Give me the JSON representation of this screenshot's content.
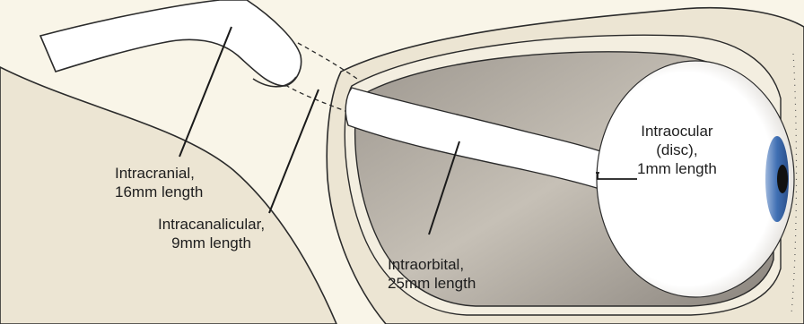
{
  "labels": {
    "intracranial": {
      "line1": "Intracranial,",
      "line2": "16mm length"
    },
    "intracanalicular": {
      "line1": "Intracanalicular,",
      "line2": "9mm length"
    },
    "intraorbital": {
      "line1": "Intraorbital,",
      "line2": "25mm length"
    },
    "intraocular": {
      "line1": "Intraocular",
      "line2": "(disc),",
      "line3": "1mm length"
    }
  },
  "colors": {
    "background": "#f9f5e8",
    "bone": "#ece5d3",
    "orbit_fill": "#c2bcb2",
    "orbit_dark": "#8f8982",
    "nerve": "#ffffff",
    "globe": "#ffffff",
    "iris": "#3f6fb3",
    "pupil": "#111111",
    "outline": "#2b2b2b",
    "leader": "#1a1a1a"
  }
}
